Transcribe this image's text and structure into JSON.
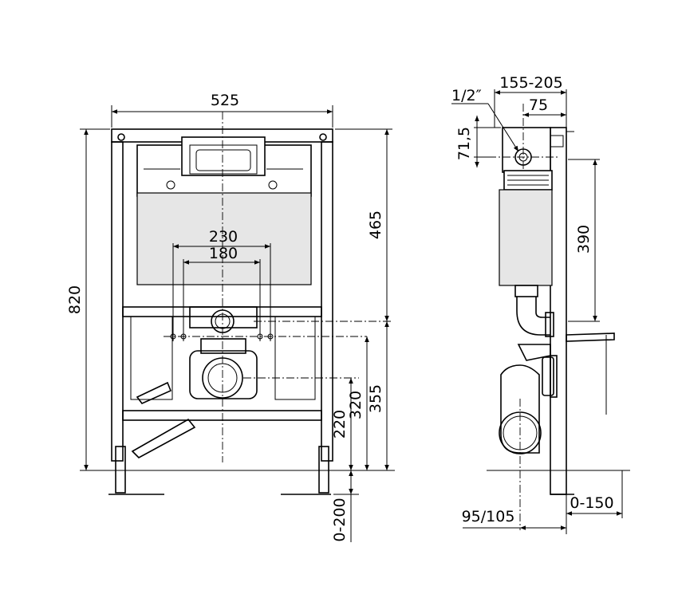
{
  "front_view": {
    "width": "525",
    "height": "820",
    "cistern_height": "465",
    "bolt_spacing_outer": "230",
    "bolt_spacing_inner": "180",
    "drain_height_355": "355",
    "drain_height_320": "320",
    "drain_height_220": "220",
    "foot_adjust": "0-200"
  },
  "side_view": {
    "inlet_thread": "1/2″",
    "depth_range": "155-205",
    "inlet_offset": "75",
    "inlet_height": "71,5",
    "cistern_body": "390",
    "outlet_offset": "95/105",
    "wall_distance": "0-150"
  }
}
